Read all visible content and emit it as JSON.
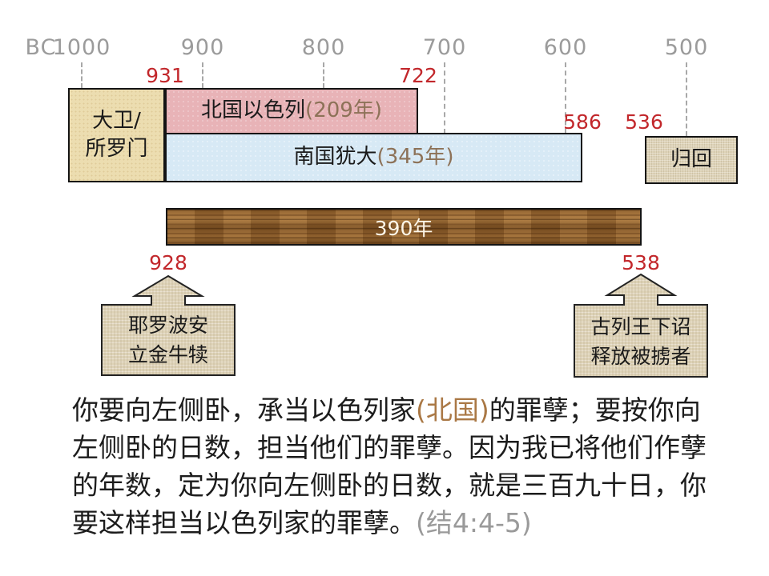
{
  "axis": {
    "era_label": "BC",
    "ticks": [
      "1000",
      "900",
      "800",
      "700",
      "600",
      "500"
    ]
  },
  "year_markers": {
    "north_start": "931",
    "north_end": "722",
    "south_end": "586",
    "return_year": "536"
  },
  "boxes": {
    "david": {
      "line1": "大卫/",
      "line2": "所罗门"
    },
    "north": {
      "name": "北国以色列",
      "duration": "(209年)"
    },
    "south": {
      "name": "南国犹大",
      "duration": "(345年)"
    },
    "return": {
      "label": "归回"
    }
  },
  "duration_bar": {
    "label": "390年"
  },
  "callouts": {
    "left": {
      "year": "928",
      "line1": "耶罗波安",
      "line2": "立金牛犊"
    },
    "right": {
      "year": "538",
      "line1": "古列王下诏",
      "line2": "释放被掳者"
    }
  },
  "verse": {
    "line1a": "你要向左侧卧，承当以色列家",
    "line1b": "(北国)",
    "line1c": "的罪孽；要按你向",
    "line2": "左侧卧的日数，担当他们的罪孽。因为我已将他们作孽",
    "line3": "的年数，定为你向左侧卧的日数，就是三百九十日，你",
    "line4a": "要这样担当以色列家的罪孽。",
    "line4b": "(结4:4-5)"
  },
  "colors": {
    "marker_red": "#c2272b",
    "axis_gray": "#9b9b9b",
    "north_pink": "#e8b3b7",
    "south_blue": "#d7e9f5",
    "david_tan": "#ecddb0",
    "canvas_beige": "#ded3b8",
    "wood_brown": "#9c6a33",
    "verse_brown": "#aa7845",
    "verse_gray": "#9a9a9a"
  }
}
